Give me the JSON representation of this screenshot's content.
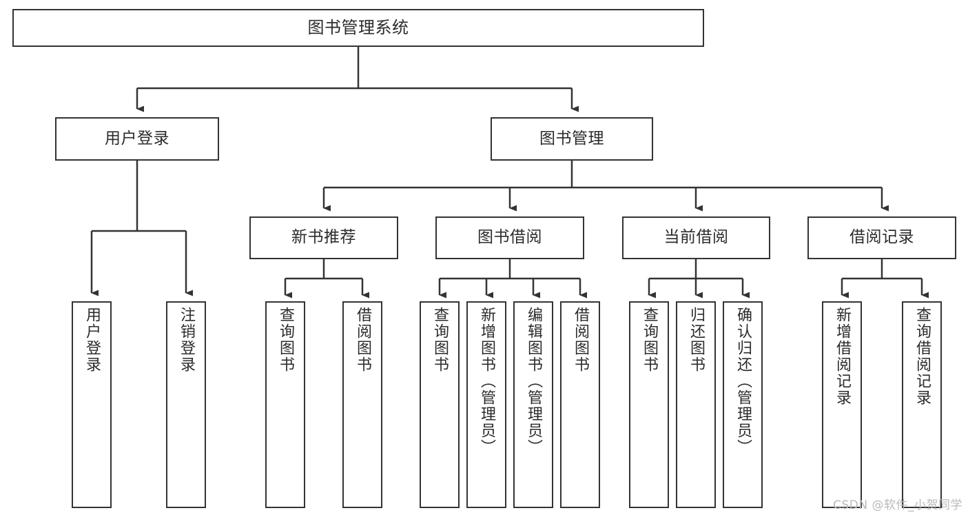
{
  "diagram": {
    "title": "图书管理系统",
    "watermark": "CSDN @软件_小贺同学",
    "type": "tree-hierarchy",
    "stroke_color": "#333333",
    "fill_color": "#ffffff",
    "text_color": "#2b2b2b",
    "nodes": {
      "root": {
        "label": "图书管理系统"
      },
      "level2": [
        {
          "label": "用户登录"
        },
        {
          "label": "图书管理"
        }
      ],
      "level3": [
        {
          "label": "新书推荐"
        },
        {
          "label": "图书借阅"
        },
        {
          "label": "当前借阅"
        },
        {
          "label": "借阅记录"
        }
      ],
      "leaves": {
        "user_login": [
          {
            "label": "用户登录"
          },
          {
            "label": "注销登录"
          }
        ],
        "new_book": [
          {
            "label": "查询图书"
          },
          {
            "label": "借阅图书"
          }
        ],
        "book_borrow": [
          {
            "label": "查询图书"
          },
          {
            "label": "新增图书（管理员）"
          },
          {
            "label": "编辑图书（管理员）"
          },
          {
            "label": "借阅图书"
          }
        ],
        "current_borrow": [
          {
            "label": "查询图书"
          },
          {
            "label": "归还图书"
          },
          {
            "label": "确认归还（管理员）"
          }
        ],
        "borrow_record": [
          {
            "label": "新增借阅记录"
          },
          {
            "label": "查询借阅记录"
          }
        ]
      }
    }
  }
}
